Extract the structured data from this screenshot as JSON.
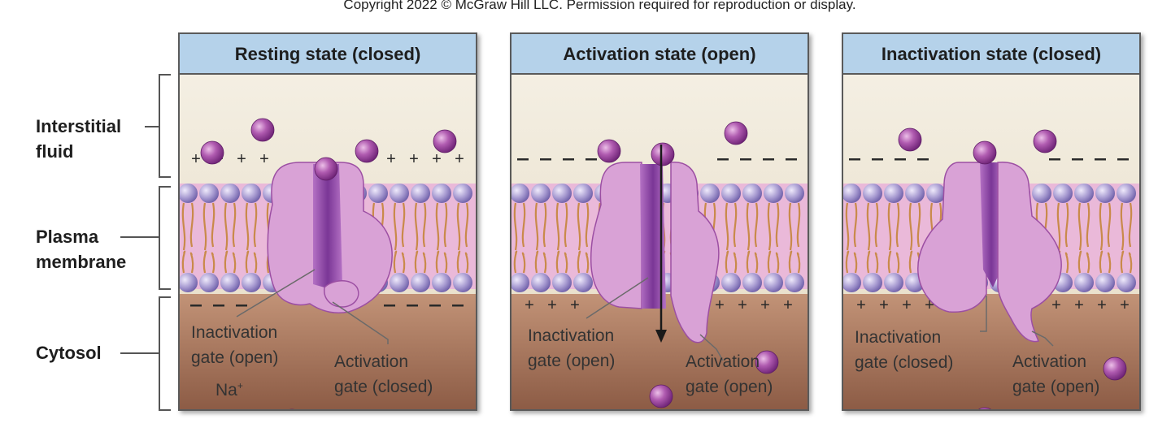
{
  "copyright": "Copyright 2022 © McGraw Hill LLC. Permission required for reproduction or display.",
  "side_labels": {
    "interstitial_1": "Interstitial",
    "interstitial_2": "fluid",
    "plasma_1": "Plasma",
    "plasma_2": "membrane",
    "cytosol": "Cytosol"
  },
  "panels": [
    {
      "title": "Resting state (closed)",
      "gate_a_line1": "Inactivation",
      "gate_a_line2": "gate (open)",
      "gate_b_line1": "Activation",
      "gate_b_line2": "gate (closed)",
      "ion_label": "Na",
      "ion_charge": "+"
    },
    {
      "title": "Activation state (open)",
      "gate_a_line1": "Inactivation",
      "gate_a_line2": "gate (open)",
      "gate_b_line1": "Activation",
      "gate_b_line2": "gate (open)"
    },
    {
      "title": "Inactivation state (closed)",
      "gate_a_line1": "Inactivation",
      "gate_a_line2": "gate (closed)",
      "gate_b_line1": "Activation",
      "gate_b_line2": "gate (open)"
    }
  ],
  "colors": {
    "header": "#b5d2ea",
    "interstitial": "#ede6d6",
    "cytosol": "#a5735a",
    "membrane": "#eab9d9",
    "phospholipid_head": "#9c8ec7",
    "channel": "#d9a2d6",
    "channel_pore": "#8e4aa8",
    "sodium_ion": "#9b3f9a"
  }
}
